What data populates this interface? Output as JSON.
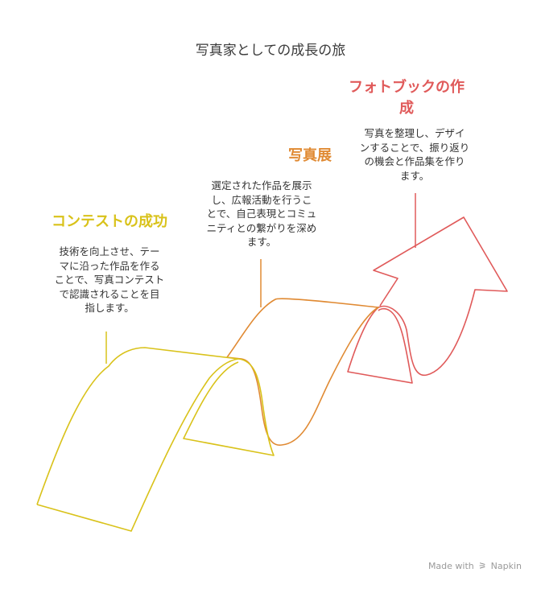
{
  "title": "写真家としての成長の旅",
  "stages": [
    {
      "title": "コンテストの成功",
      "description": "技術を向上させ、テー\nマに沿った作品を作る\nことで、写真コンテスト\nで認識されることを目\n指します。",
      "color": "#d9c21a"
    },
    {
      "title": "写真展",
      "description": "選定された作品を展示\nし、広報活動を行うこ\nとで、自己表現とコミュ\nニティとの繋がりを深め\nます。",
      "color": "#e08a33"
    },
    {
      "title": "フォトブックの作\n成",
      "description": "写真を整理し、デザイ\nンすることで、振り返り\nの機会と作品集を作り\nます。",
      "color": "#e05a5a"
    }
  ],
  "footer": {
    "prefix": "Made with",
    "brand": "Napkin",
    "logo_icon": "napkin-logo-icon"
  }
}
